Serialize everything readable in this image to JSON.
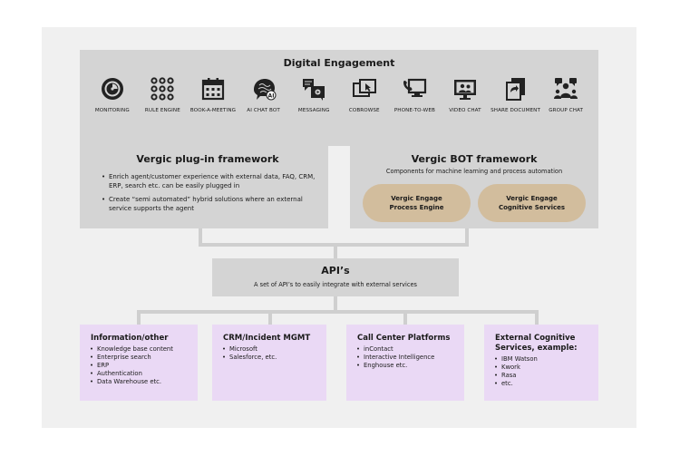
{
  "digital_engagement": {
    "title": "Digital Engagement",
    "items": [
      {
        "label": "MONITORING",
        "icon": "monitoring-icon"
      },
      {
        "label": "RULE ENGINE",
        "icon": "rule-engine-icon"
      },
      {
        "label": "BOOK-A-MEETING",
        "icon": "calendar-icon"
      },
      {
        "label": "AI CHAT BOT",
        "icon": "ai-chat-bot-icon",
        "badge": "AI"
      },
      {
        "label": "MESSAGING",
        "icon": "messaging-icon"
      },
      {
        "label": "COBROWSE",
        "icon": "cobrowse-icon"
      },
      {
        "label": "PHONE-TO-WEB",
        "icon": "phone-to-web-icon"
      },
      {
        "label": "VIDEO CHAT",
        "icon": "video-chat-icon"
      },
      {
        "label": "SHARE DOCUMENT",
        "icon": "share-document-icon"
      },
      {
        "label": "GROUP CHAT",
        "icon": "group-chat-icon"
      }
    ]
  },
  "plugin_framework": {
    "title": "Vergic plug-in framework",
    "bullets": [
      "Enrich agent/customer experience with external data, FAQ, CRM, ERP, search etc. can be easily plugged in",
      "Create “semi automated” hybrid solutions where an external service supports the agent"
    ]
  },
  "bot_framework": {
    "title": "Vergic BOT framework",
    "subtitle": "Components for machine learning and process automation",
    "engines": [
      {
        "line1": "Vergic Engage",
        "line2": "Process Engine"
      },
      {
        "line1": "Vergic Engage",
        "line2": "Cognitive Services"
      }
    ]
  },
  "api": {
    "title": "API’s",
    "subtitle": "A set of API’s to easily integrate with external services"
  },
  "services": [
    {
      "title": "Information/other",
      "items": [
        "Knowledge base content",
        "Enterprise search",
        "ERP",
        "Authentication",
        "Data Warehouse etc."
      ]
    },
    {
      "title": "CRM/Incident MGMT",
      "items": [
        "Microsoft",
        "Salesforce, etc."
      ]
    },
    {
      "title": "Call Center Platforms",
      "items": [
        "inContact",
        "Interactive Intelligence",
        "Enghouse etc."
      ]
    },
    {
      "title": "External Cognitive Services, example:",
      "items": [
        "IBM Watson",
        "Kwork",
        "Rasa",
        "etc."
      ]
    }
  ],
  "colors": {
    "grey_box": "#d4d4d4",
    "lilac_box": "#ead9f5",
    "pill": "#d2bd9d",
    "connector": "#cfcfcf",
    "icon": "#222222"
  }
}
